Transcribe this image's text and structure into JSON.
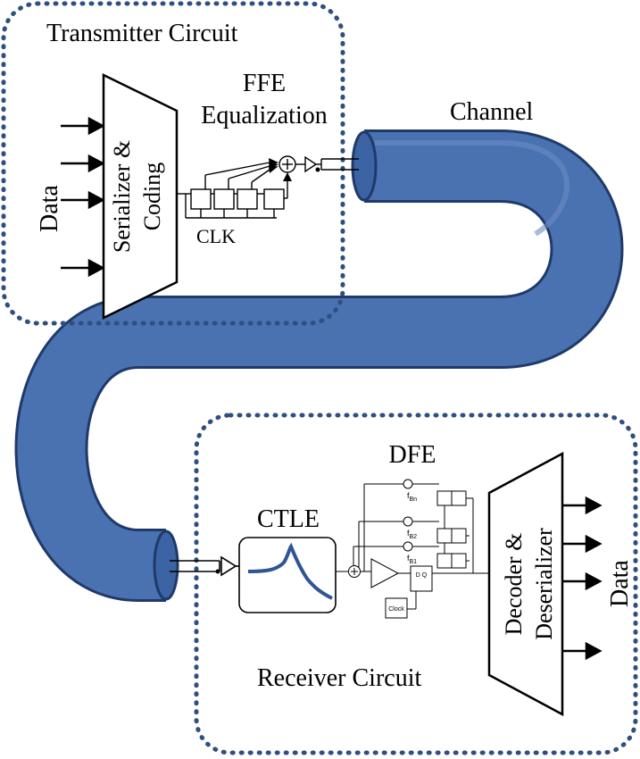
{
  "transmitter": {
    "title": "Transmitter Circuit",
    "input_label": "Data",
    "serializer_line1": "Serializer &",
    "serializer_line2": "Coding",
    "ffe_line1": "FFE",
    "ffe_line2": "Equalization",
    "clk_label": "CLK"
  },
  "channel": {
    "label": "Channel"
  },
  "receiver": {
    "title": "Receiver Circuit",
    "ctle_label": "CTLE",
    "dfe_label": "DFE",
    "tap_labels": [
      "f",
      "f",
      "f"
    ],
    "tap_subs": [
      "Bn",
      "B2",
      "B1"
    ],
    "clock_label": "Clock",
    "flop_label": "D Q",
    "deserializer_line1": "Decoder &",
    "deserializer_line2": "Deserializer",
    "output_label": "Data"
  },
  "colors": {
    "cable_fill": "#4a72b0",
    "cable_stroke": "#1f3a6a",
    "border_dots": "#2f4f7f",
    "ctle_curve": "#2f5597"
  }
}
